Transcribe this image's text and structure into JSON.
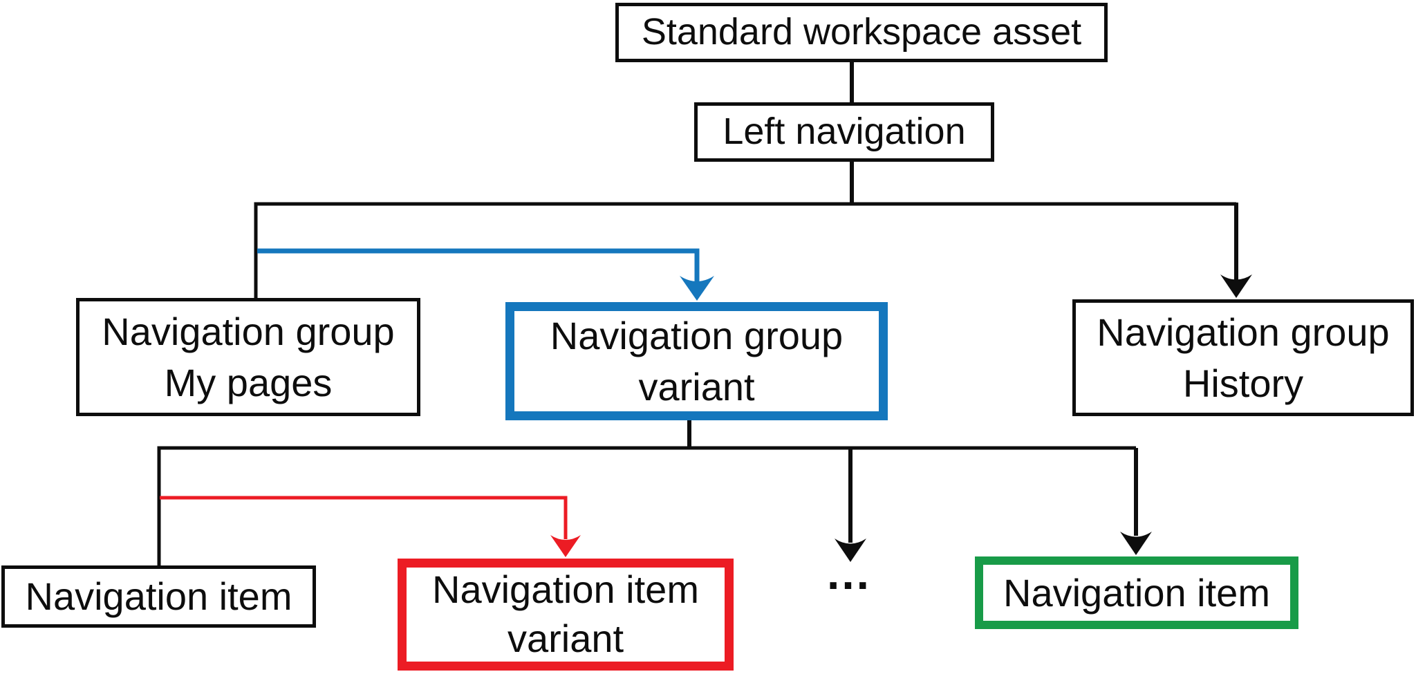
{
  "title": "Standard workspace asset left navigation hierarchy diagram",
  "colors": {
    "accent-blue": "#1577bd",
    "accent-red": "#ec1c24",
    "accent-green": "#189b48",
    "line-black": "#0d0d0d"
  },
  "nodes": {
    "root": {
      "lines": [
        "Standard workspace asset"
      ]
    },
    "left_nav": {
      "lines": [
        "Left navigation"
      ]
    },
    "group_my_pages": {
      "lines": [
        "Navigation group",
        "My pages"
      ]
    },
    "group_variant": {
      "lines": [
        "Navigation group",
        "variant"
      ],
      "highlight": "blue"
    },
    "group_history": {
      "lines": [
        "Navigation group",
        "History"
      ]
    },
    "item_plain": {
      "lines": [
        "Navigation item"
      ]
    },
    "item_variant": {
      "lines": [
        "Navigation item",
        "variant"
      ],
      "highlight": "red"
    },
    "item_highlight": {
      "lines": [
        "Navigation item"
      ],
      "highlight": "green"
    },
    "ellipsis": "..."
  }
}
